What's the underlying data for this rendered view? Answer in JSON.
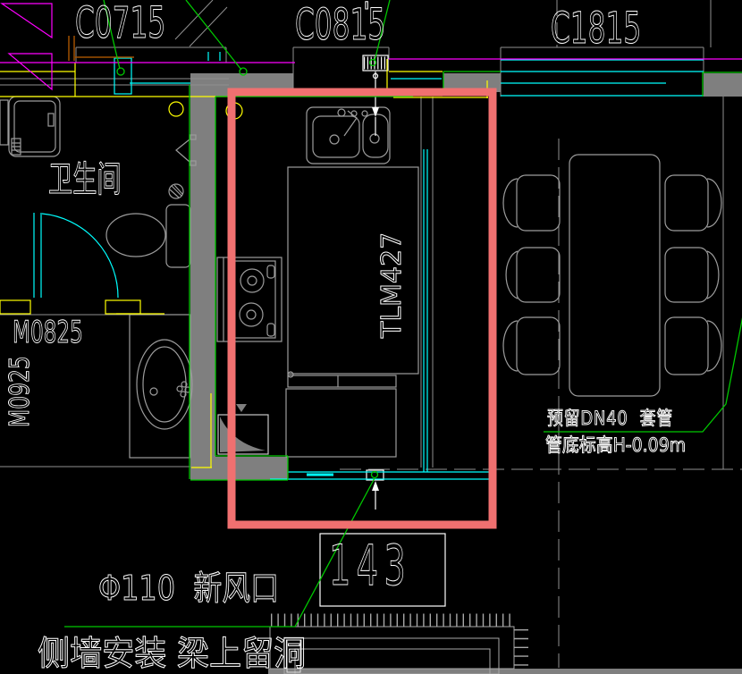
{
  "drawing": {
    "window_labels": {
      "left": "C0715",
      "middle": "C0815",
      "middle_tick": "'",
      "right": "C1815"
    },
    "room_labels": {
      "bathroom": "卫生间"
    },
    "door_labels": {
      "bathroom_door": "M0825",
      "left_door": "M0925",
      "sliding_door": "TLM427"
    },
    "callouts": {
      "sleeve_note_line1": "预留DN40  套管",
      "sleeve_note_line2": "管底标高H-0.09m",
      "detail_number": "143",
      "fresh_air_note_line1": "Φ110  新风口",
      "fresh_air_note_line2": "侧墙安装 梁上留洞"
    },
    "colors": {
      "background": "#000000",
      "selection_highlight": "#f07070",
      "leader_green": "#00c800",
      "wall_fill": "#7f7f7f",
      "glazing_cyan": "#00ffff",
      "axis_magenta": "#ff00ff",
      "pipe_yellow": "#ffff00",
      "beam_brown": "#a05000",
      "text_white": "#ffffff"
    }
  }
}
